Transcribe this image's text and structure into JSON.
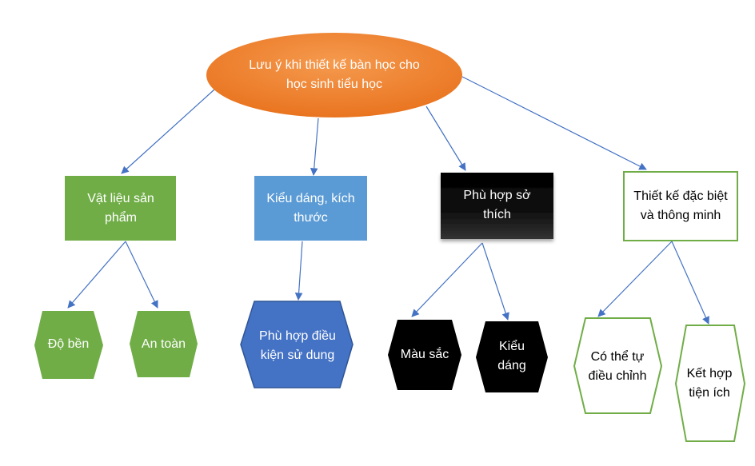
{
  "colors": {
    "orange": "#F07E2A",
    "green": "#70AD47",
    "blue_light": "#5B9BD5",
    "blue_dark": "#4472C4",
    "black": "#000000",
    "connector": "#4472C4"
  },
  "root": {
    "label": "Lưu ý khi thiết kế bàn học cho học sinh tiểu học"
  },
  "categories": [
    {
      "label": "Vật liệu sản phẩm",
      "children": [
        "Độ bền",
        "An toàn"
      ]
    },
    {
      "label": "Kiểu dáng, kích thước",
      "children": [
        "Phù hợp điều kiện sử dung"
      ]
    },
    {
      "label": "Phù hợp sở thích",
      "children": [
        "Màu sắc",
        "Kiểu dáng"
      ]
    },
    {
      "label": "Thiết kế đặc biệt và thông minh",
      "children": [
        "Có thể tự điều chỉnh",
        "Kết hợp tiện ích"
      ]
    }
  ]
}
